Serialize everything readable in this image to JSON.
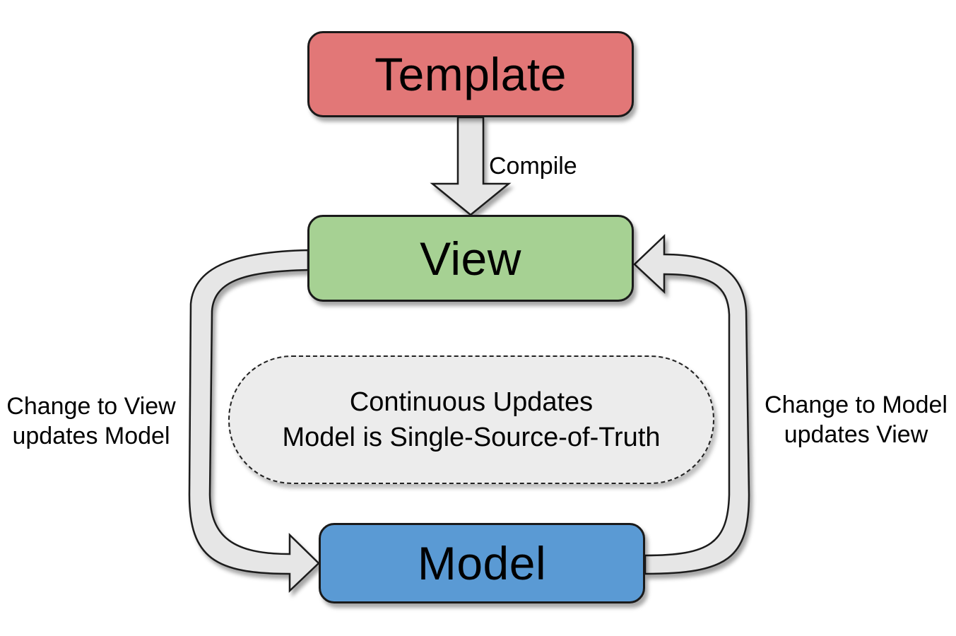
{
  "nodes": {
    "template": {
      "label": "Template",
      "color": "#e27777"
    },
    "view": {
      "label": "View",
      "color": "#a6d193"
    },
    "model": {
      "label": "Model",
      "color": "#5a9ad4"
    }
  },
  "note": {
    "line1": "Continuous Updates",
    "line2": "Model is Single-Source-of-Truth"
  },
  "edges": {
    "compile": "Compile",
    "view_to_model": {
      "line1": "Change to View",
      "line2": "updates Model"
    },
    "model_to_view": {
      "line1": "Change to Model",
      "line2": "updates View"
    }
  },
  "colors": {
    "arrow_fill": "#e6e6e6",
    "outline": "#1a1a1a",
    "note_fill": "#ececec"
  }
}
